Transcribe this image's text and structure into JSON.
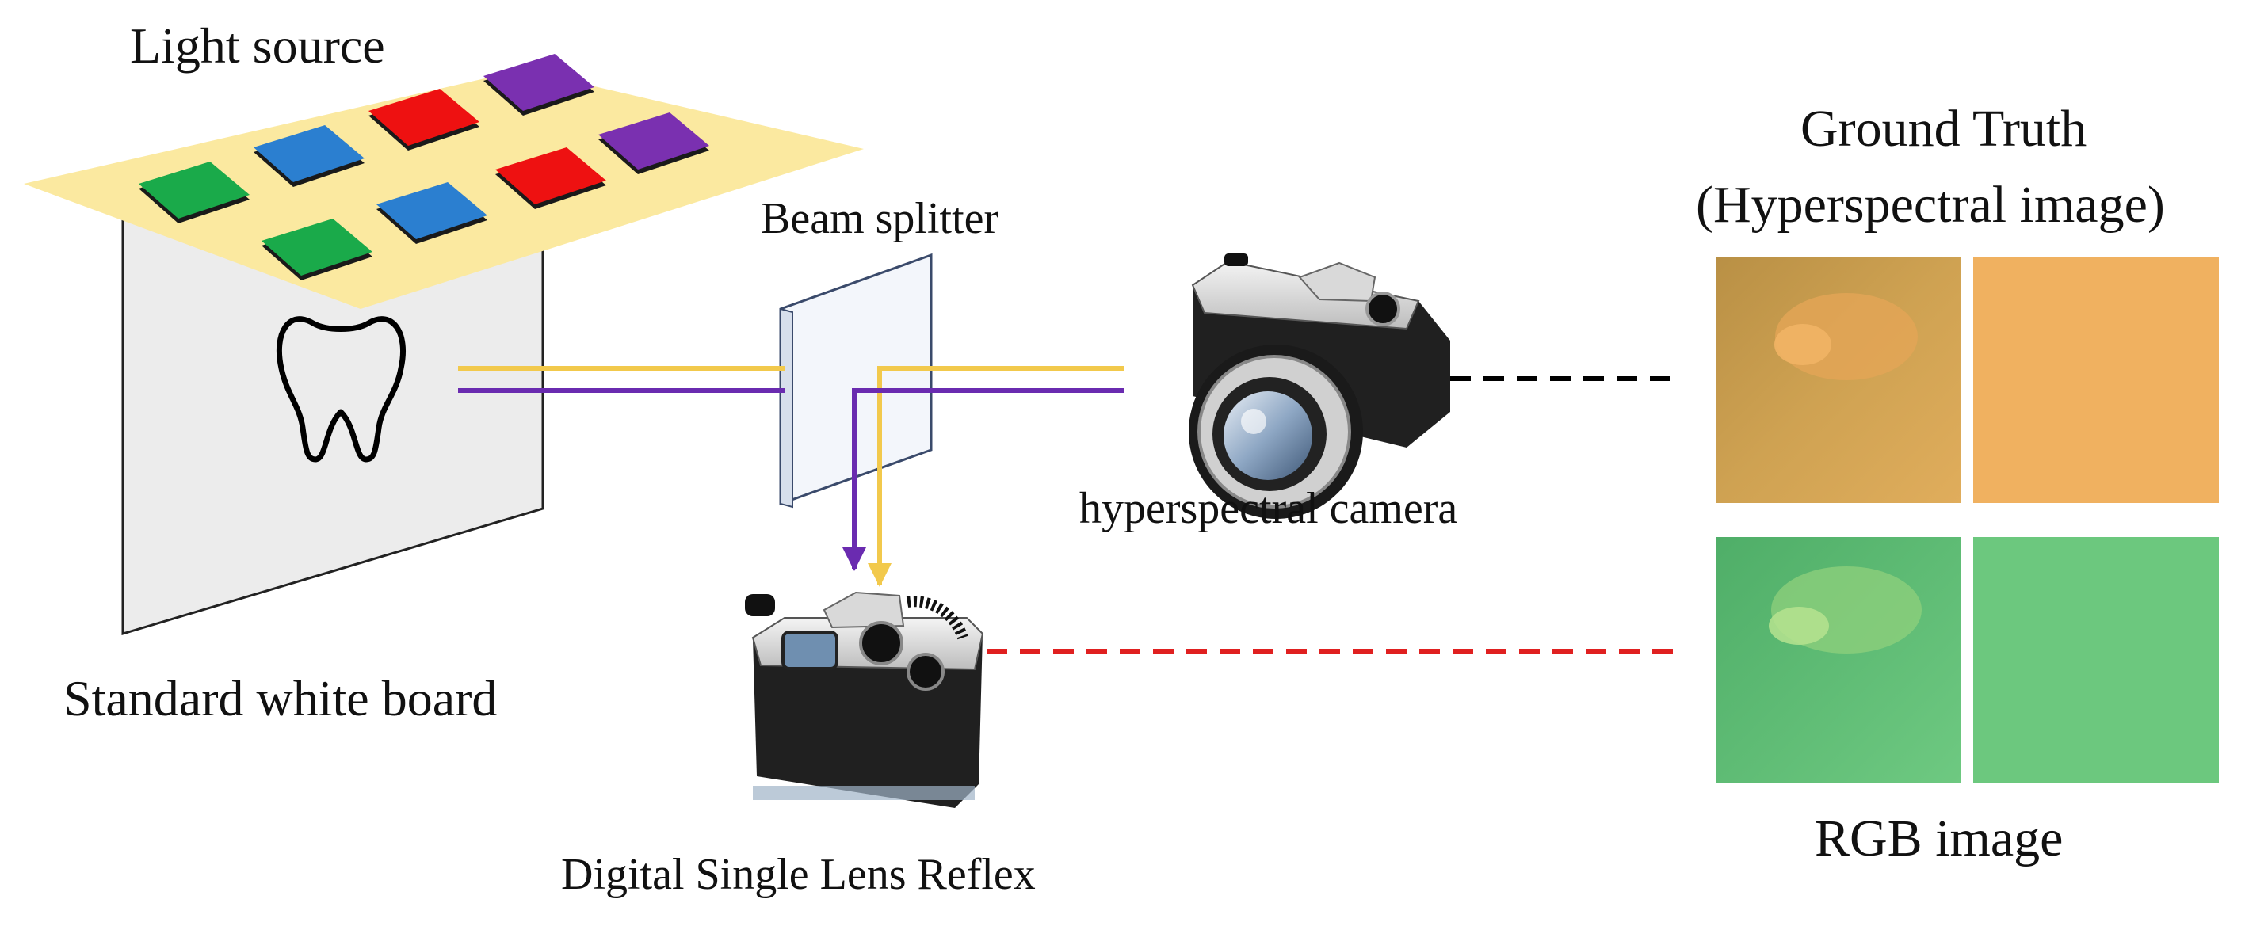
{
  "labels": {
    "light_source": "Light source",
    "beam_splitter": "Beam splitter",
    "white_board": "Standard white board",
    "hyperspectral_camera": "hyperspectral camera",
    "dslr": "Digital Single Lens Reflex",
    "ground_truth_line1": "Ground Truth",
    "ground_truth_line2": "(Hyperspectral image)",
    "rgb_image": "RGB image"
  },
  "colors": {
    "panel": "#fbe9a0",
    "led_green": "#1aaa4a",
    "led_blue": "#2b7fd0",
    "led_red": "#ee1111",
    "led_purple": "#7a30b0",
    "beam_yellow": "#f2c94c",
    "beam_purple": "#6a2bb0",
    "link_hyperspectral": "#000000",
    "link_rgb": "#e02020",
    "hsi_tile_1": "#c8a04e",
    "hsi_tile_2": "#f0b160",
    "rgb_tile_1": "#5fbf75",
    "rgb_tile_2": "#6cc87e"
  },
  "led_layout": [
    [
      "green",
      "blue",
      "red",
      "purple"
    ],
    [
      "green",
      "blue",
      "red",
      "purple"
    ]
  ],
  "icons": {
    "board_symbol": "tooth-icon",
    "hyperspectral_device": "camera-icon",
    "rgb_device": "camera-icon"
  }
}
